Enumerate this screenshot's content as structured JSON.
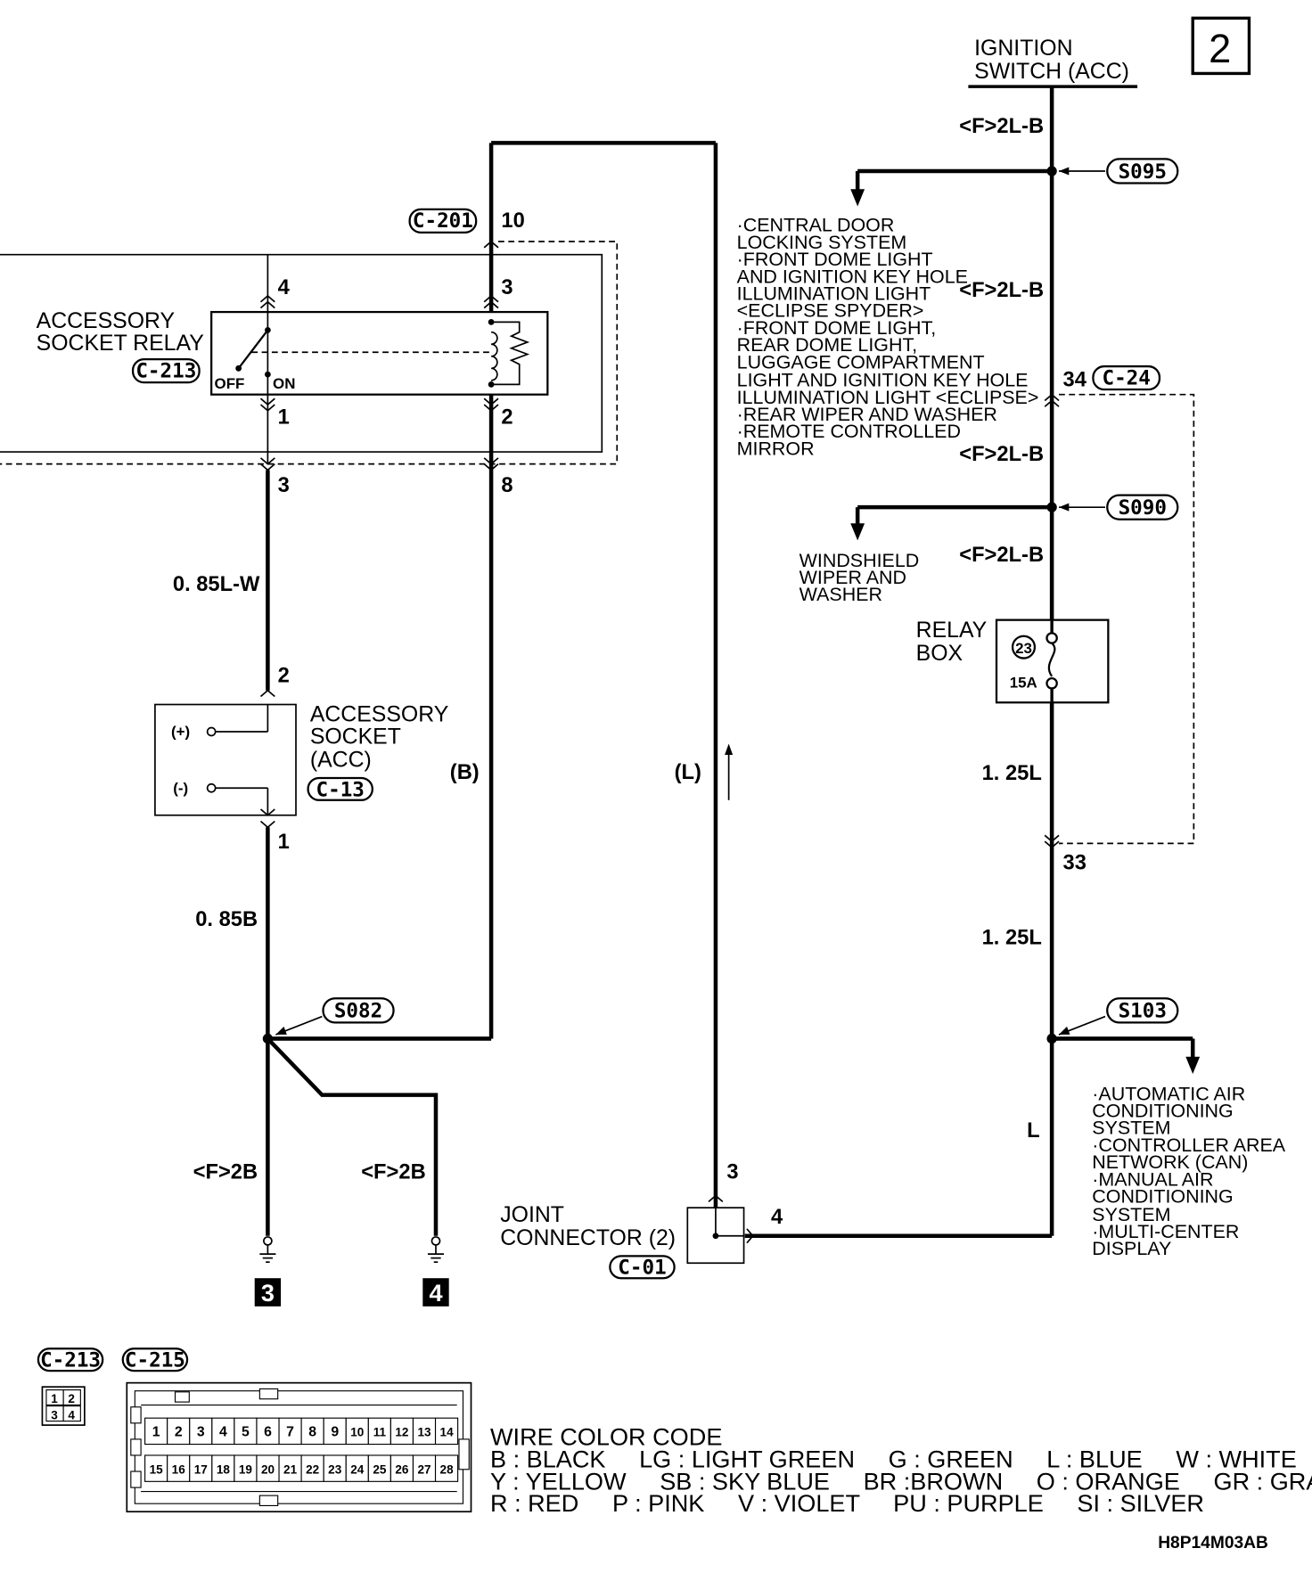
{
  "page_number": "2",
  "ignition_switch": {
    "line1": "IGNITION",
    "line2": "SWITCH (ACC)"
  },
  "wires": {
    "f2lb_1": "<F>2L-B",
    "f2lb_2": "<F>2L-B",
    "f2lb_3": "<F>2L-B",
    "f2lb_4": "<F>2L-B",
    "l125_1": "1. 25L",
    "l125_2": "1. 25L",
    "l": "L",
    "l085w": "0. 85L-W",
    "b085": "0. 85B",
    "b_paren": "(B)",
    "l_paren": "(L)",
    "f2b_1": "<F>2B",
    "f2b_2": "<F>2B"
  },
  "splices": {
    "s095": "S095",
    "s090": "S090",
    "s103": "S103",
    "s082": "S082"
  },
  "connectors": {
    "c201": "C-201",
    "c24": "C-24",
    "c213": "C-213",
    "c13": "C-13",
    "c01": "C-01",
    "c213_legend": "C-213",
    "c215_legend": "C-215"
  },
  "pins": {
    "p10": "10",
    "p3a": "3",
    "p4": "4",
    "p1a": "1",
    "p2a": "2",
    "p3b": "3",
    "p8": "8",
    "p34": "34",
    "p33": "33",
    "p2b": "2",
    "p1b": "1",
    "p3c": "3",
    "p4b": "4"
  },
  "relay": {
    "line1": "ACCESSORY",
    "line2": "SOCKET RELAY",
    "off": "OFF",
    "on": "ON"
  },
  "socket": {
    "line1": "ACCESSORY",
    "line2": "SOCKET",
    "line3": "(ACC)",
    "plus": "(+)",
    "minus": "(-)"
  },
  "relay_box": {
    "line1": "RELAY",
    "line2": "BOX",
    "fuse_num": "23",
    "fuse_amp": "15A"
  },
  "joint": {
    "line1": "JOINT",
    "line2": "CONNECTOR (2)"
  },
  "systems_top": [
    "·CENTRAL DOOR",
    " LOCKING SYSTEM",
    "·FRONT DOME LIGHT",
    " AND IGNITION KEY HOLE",
    " ILLUMINATION LIGHT",
    " <ECLIPSE SPYDER>",
    "·FRONT DOME LIGHT,",
    " REAR DOME LIGHT,",
    " LUGGAGE COMPARTMENT",
    " LIGHT AND IGNITION KEY HOLE",
    " ILLUMINATION LIGHT <ECLIPSE>",
    "·REAR WIPER AND WASHER",
    "·REMOTE CONTROLLED",
    " MIRROR"
  ],
  "systems_wiper": [
    "WINDSHIELD",
    "WIPER AND",
    "WASHER"
  ],
  "systems_bottom": [
    "·AUTOMATIC AIR",
    " CONDITIONING",
    " SYSTEM",
    "·CONTROLLER AREA",
    " NETWORK (CAN)",
    "·MANUAL AIR",
    " CONDITIONING",
    " SYSTEM",
    "·MULTI-CENTER",
    " DISPLAY"
  ],
  "grounds": {
    "g3": "3",
    "g4": "4"
  },
  "c213_pins": [
    "1",
    "2",
    "3",
    "4"
  ],
  "c215_pins_top": [
    "1",
    "2",
    "3",
    "4",
    "5",
    "6",
    "7",
    "8",
    "9",
    "10",
    "11",
    "12",
    "13",
    "14"
  ],
  "c215_pins_bottom": [
    "15",
    "16",
    "17",
    "18",
    "19",
    "20",
    "21",
    "22",
    "23",
    "24",
    "25",
    "26",
    "27",
    "28"
  ],
  "color_code": {
    "title": "WIRE COLOR CODE",
    "row1": "B : BLACK     LG : LIGHT GREEN     G : GREEN     L : BLUE     W : WHITE",
    "row2": "Y : YELLOW     SB : SKY BLUE     BR :BROWN     O : ORANGE     GR : GRAY",
    "row3": "R : RED     P : PINK     V : VIOLET     PU : PURPLE     SI : SILVER"
  },
  "diagram_code": "H8P14M03AB"
}
